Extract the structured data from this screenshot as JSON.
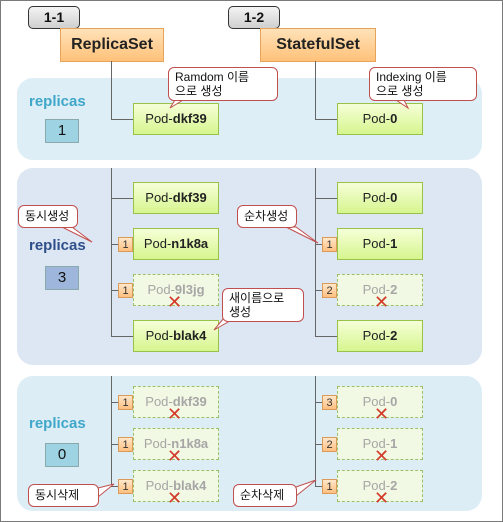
{
  "tags": {
    "left": "1-1",
    "right": "1-2"
  },
  "headers": {
    "left": "ReplicaSet",
    "right": "StatefulSet"
  },
  "panels": [
    {
      "label": "replicas",
      "value": "1"
    },
    {
      "label": "replicas",
      "value": "3"
    },
    {
      "label": "replicas",
      "value": "0"
    }
  ],
  "pods": {
    "p1_left": {
      "prefix": "Pod-",
      "suffix": "dkf39"
    },
    "p1_right": {
      "prefix": "Pod-",
      "suffix": "0"
    },
    "p2_left": [
      {
        "prefix": "Pod-",
        "suffix": "dkf39"
      },
      {
        "prefix": "Pod-",
        "suffix": "n1k8a",
        "num": "1"
      },
      {
        "prefix": "Pod-",
        "suffix": "9l3jg",
        "num": "1"
      },
      {
        "prefix": "Pod-",
        "suffix": "blak4"
      }
    ],
    "p2_right": [
      {
        "prefix": "Pod-",
        "suffix": "0"
      },
      {
        "prefix": "Pod-",
        "suffix": "1",
        "num": "1"
      },
      {
        "prefix": "Pod-",
        "suffix": "2",
        "num": "2"
      },
      {
        "prefix": "Pod-",
        "suffix": "2"
      }
    ],
    "p3_left": [
      {
        "prefix": "Pod-",
        "suffix": "dkf39",
        "num": "1"
      },
      {
        "prefix": "Pod-",
        "suffix": "n1k8a",
        "num": "1"
      },
      {
        "prefix": "Pod-",
        "suffix": "blak4",
        "num": "1"
      }
    ],
    "p3_right": [
      {
        "prefix": "Pod-",
        "suffix": "0",
        "num": "3"
      },
      {
        "prefix": "Pod-",
        "suffix": "1",
        "num": "2"
      },
      {
        "prefix": "Pod-",
        "suffix": "2",
        "num": "1"
      }
    ]
  },
  "callouts": {
    "random_name": [
      "Ramdom  이름",
      "으로 생성"
    ],
    "indexing_name": [
      "Indexing 이름",
      "으로 생성"
    ],
    "simultaneous_create": "동시생성",
    "sequential_create": "순차생성",
    "new_name": [
      "새이름으로",
      "생성"
    ],
    "simultaneous_delete": "동시삭제",
    "sequential_delete": "순차삭제"
  },
  "colors": {
    "replicas_label_cyan": "#3fa7c9",
    "replicas_label_navy": "#2f4f8a",
    "value_box_cyan": "#9ed3e4",
    "value_box_blue": "#9fb6dc",
    "x_mark": "#d23b2a"
  }
}
